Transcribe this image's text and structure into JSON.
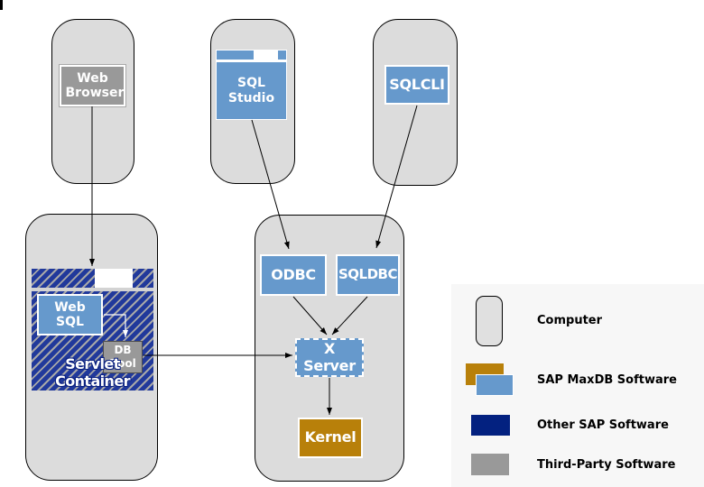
{
  "nodes": {
    "web_browser": {
      "label": "Web Browser"
    },
    "sql_studio": {
      "label": "SQL Studio"
    },
    "sqlcli": {
      "label": "SQLCLI"
    },
    "odbc": {
      "label": "ODBC"
    },
    "sqldbc": {
      "label": "SQLDBC"
    },
    "x_server": {
      "label": "X Server"
    },
    "kernel": {
      "label": "Kernel"
    },
    "web_sql": {
      "label": "Web SQL"
    },
    "db_pool": {
      "label": "DB Pool"
    },
    "servlet_container": {
      "label": "Servlet Container"
    }
  },
  "legend": {
    "items": [
      {
        "key": "computer",
        "label": "Computer"
      },
      {
        "key": "sap-maxdb-software",
        "label": "SAP MaxDB Software"
      },
      {
        "key": "other-sap-software",
        "label": "Other SAP Software"
      },
      {
        "key": "third-party-software",
        "label": "Third-Party Software"
      }
    ]
  },
  "colors": {
    "maxdb_blue": "#6699cc",
    "other_sap_navy": "#032180",
    "hatch_navy": "#21399b",
    "third_party_gray": "#999999",
    "kernel_gold": "#b8800a",
    "computer_fill": "#dcdcdc",
    "legend_background": "#f7f7f7"
  }
}
